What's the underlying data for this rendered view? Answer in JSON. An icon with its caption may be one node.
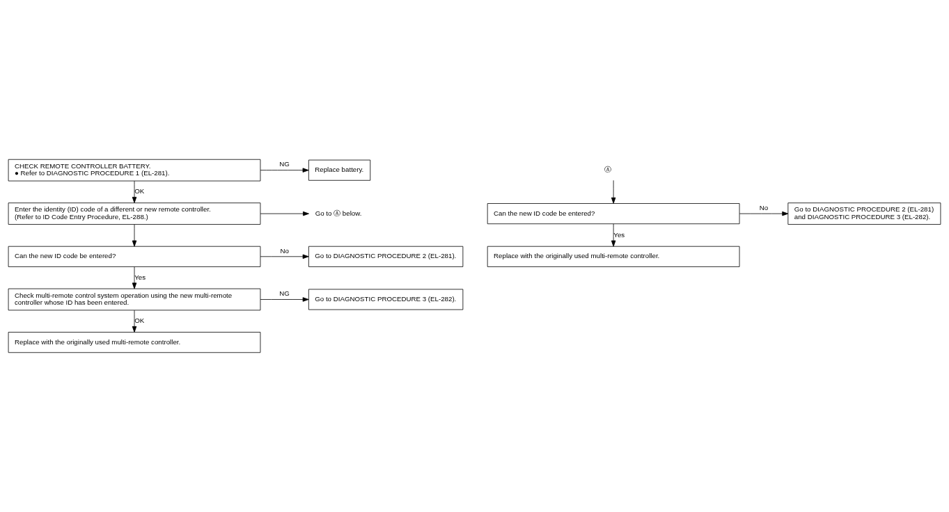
{
  "diagram": {
    "nodes": [
      {
        "text": [
          "CHECK REMOTE CONTROLLER BATTERY.",
          "● Refer to DIAGNOSTIC PROCEDURE 1 (EL-281)."
        ]
      },
      {
        "text": [
          "Replace battery."
        ]
      },
      {
        "text": [
          "Enter the identity (ID) code of a different or new remote controller. (Refer to ID Code Entry Procedure, EL-288.)"
        ]
      },
      {
        "text": [
          "Go to Ⓐ below."
        ]
      },
      {
        "text": [
          "Can the new ID code be entered?"
        ]
      },
      {
        "text": [
          "Go to DIAGNOSTIC PROCEDURE 2 (EL-281)."
        ]
      },
      {
        "text": [
          "Check multi-remote control system operation using the new multi-remote controller whose ID has been entered."
        ]
      },
      {
        "text": [
          "Go to DIAGNOSTIC PROCEDURE 3 (EL-282)."
        ]
      },
      {
        "text": [
          "Replace with the originally used multi-remote controller."
        ]
      },
      {
        "text": [
          "Ⓐ"
        ]
      },
      {
        "text": [
          "Can the new ID code be entered?"
        ]
      },
      {
        "text": [
          "Go to DIAGNOSTIC PROCEDURE 2 (EL-281) and DIAGNOSTIC PROCEDURE 3 (EL-282)."
        ]
      },
      {
        "text": [
          "Replace with the originally used multi-remote controller."
        ]
      }
    ],
    "edges": [
      {
        "from": 0,
        "to": 1,
        "arrow": "to",
        "label": "NG"
      },
      {
        "from": 0,
        "to": 2,
        "arrow": "to",
        "label": "OK"
      },
      {
        "from": 2,
        "to": 3,
        "arrow": "to"
      },
      {
        "from": 2,
        "to": 4,
        "arrow": "to"
      },
      {
        "from": 4,
        "to": 5,
        "arrow": "to",
        "label": "No"
      },
      {
        "from": 4,
        "to": 6,
        "arrow": "to",
        "label": "Yes"
      },
      {
        "from": 6,
        "to": 7,
        "arrow": "to",
        "label": "NG"
      },
      {
        "from": 6,
        "to": 8,
        "arrow": "to",
        "label": "OK"
      },
      {
        "from": 9,
        "to": 10,
        "arrow": "to"
      },
      {
        "from": 10,
        "to": 11,
        "arrow": "to",
        "label": "No"
      },
      {
        "from": 10,
        "to": 12,
        "arrow": "to",
        "label": "Yes"
      }
    ]
  }
}
